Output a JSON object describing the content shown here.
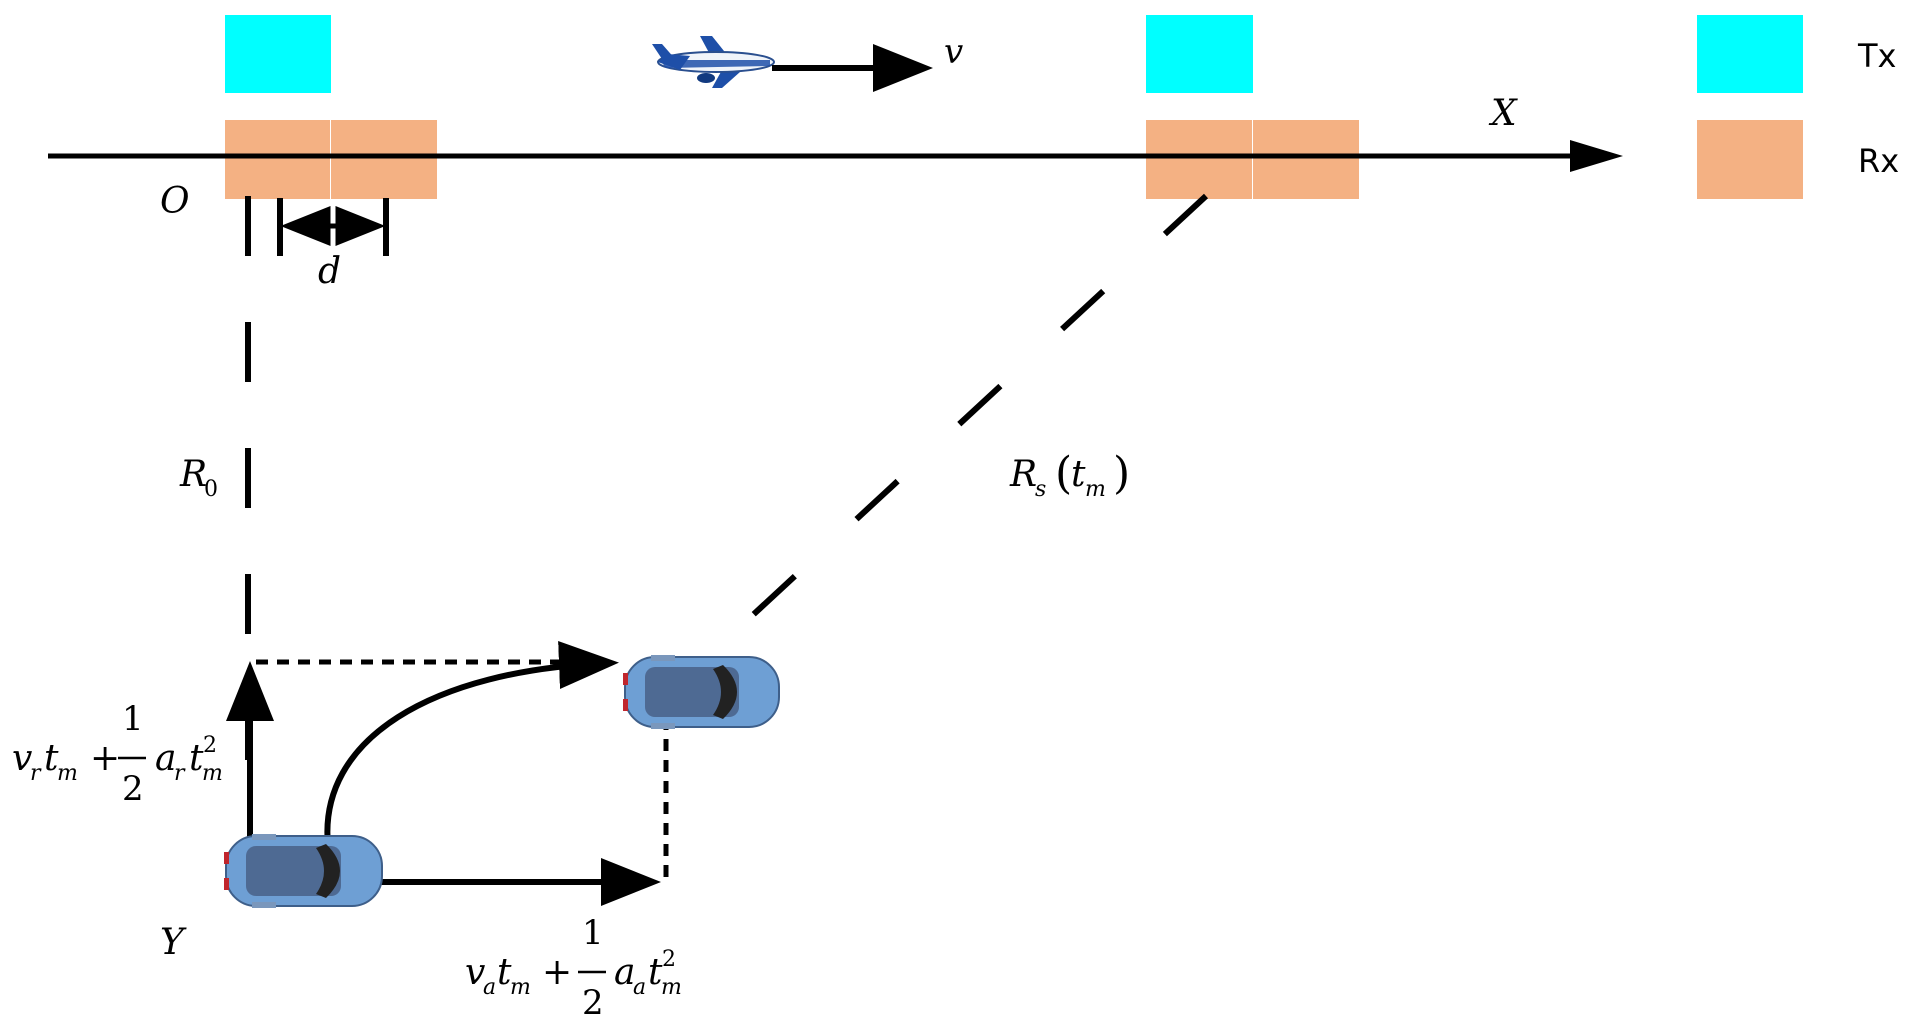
{
  "colors": {
    "tx": "#00FFFF",
    "rx": "#F4B183",
    "car_body": "#6E9FD4",
    "car_roof": "#4E6A93",
    "plane_body": "#F0F4FA",
    "plane_accent": "#1E4FA8"
  },
  "legend": {
    "tx_label": "Tx",
    "rx_label": "Rx"
  },
  "labels": {
    "velocity": "v",
    "x_axis": "X",
    "origin": "O",
    "y_axis": "Y",
    "spacing": "d",
    "r0_main": "R",
    "r0_sub": "0",
    "rs_main": "R",
    "rs_sub": "s",
    "rs_arg_t": "t",
    "rs_arg_sub": "m",
    "paren_open": "(",
    "paren_close": ")"
  },
  "formulas": {
    "range_motion": {
      "v": "v",
      "v_sub": "r",
      "t": "t",
      "t_sub": "m",
      "plus": "+",
      "num": "1",
      "den": "2",
      "a": "a",
      "a_sub": "r",
      "t2": "t",
      "t2_sub": "m",
      "t2_sup": "2"
    },
    "azimuth_motion": {
      "v": "v",
      "v_sub": "a",
      "t": "t",
      "t_sub": "m",
      "plus": "+",
      "num": "1",
      "den": "2",
      "a": "a",
      "a_sub": "a",
      "t2": "t",
      "t2_sub": "m",
      "t2_sup": "2"
    }
  },
  "icons": {
    "airplane": "airplane-icon",
    "car_start": "car-icon",
    "car_end": "car-icon"
  }
}
